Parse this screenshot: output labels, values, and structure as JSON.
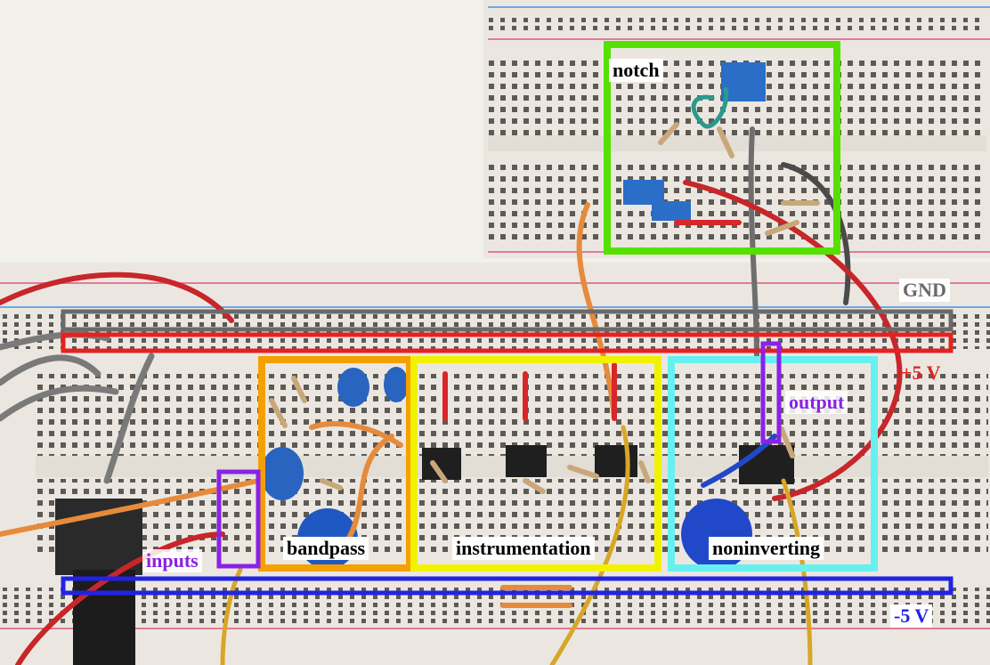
{
  "labels": {
    "notch": "notch",
    "gnd": "GND",
    "plus5v": "+5 V",
    "output": "output",
    "inputs": "inputs",
    "bandpass": "bandpass",
    "instrumentation": "instrumentation",
    "noninverting": "noninverting",
    "minus5v": "-5 V"
  },
  "colors": {
    "notch": "#55e000",
    "gnd": "#6a6a6a",
    "plus5v": "#e42222",
    "output": "#8a22e6",
    "inputs": "#8a22e6",
    "bandpass": "#f3a000",
    "instrumentation": "#f2f200",
    "noninverting": "#66f0f0",
    "minus5v": "#2222e6"
  }
}
